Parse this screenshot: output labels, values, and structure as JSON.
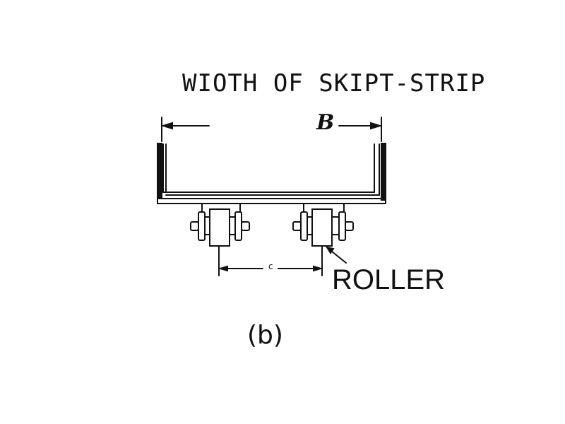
{
  "figure": {
    "title": "WIOTH OF SKIPT-STRIP",
    "dimension_b": "B",
    "dimension_c": "c",
    "roller_label": "ROLLER",
    "caption": "(b)"
  }
}
